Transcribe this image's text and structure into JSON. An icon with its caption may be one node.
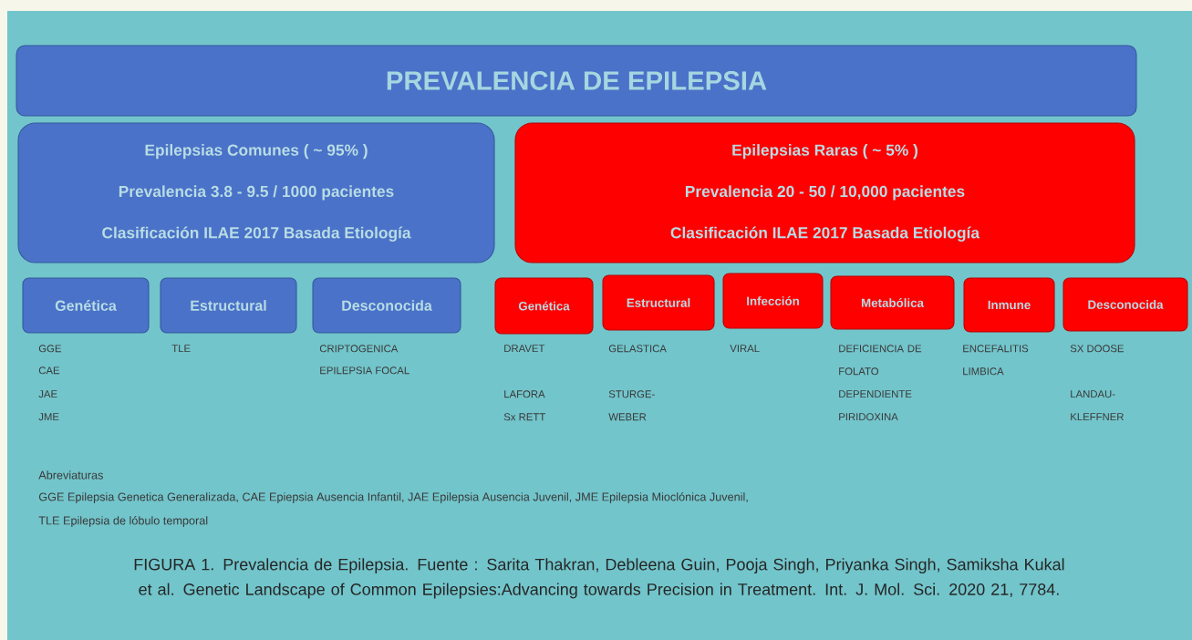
{
  "diagram": {
    "nodes": [
      {
        "text": [
          "PREVALENCIA DE  EPILEPSIA"
        ]
      },
      {
        "text": [
          "Epilepsias Comunes ( ~ 95% )",
          "Prevalencia 3.8  -  9.5 / 1000 pacientes",
          "Clasificación ILAE 2017 Basada Etiología"
        ]
      },
      {
        "text": [
          "Epilepsias Raras  ( ~ 5% )",
          "Prevalencia 20 - 50 / 10,000 pacientes",
          "Clasificación ILAE 2017 Basada Etiología"
        ]
      },
      {
        "text": [
          "Genética"
        ],
        "beside": [
          "GGE",
          "CAE",
          "JAE",
          "JME"
        ]
      },
      {
        "text": [
          "Estructural"
        ],
        "beside": [
          "TLE"
        ]
      },
      {
        "text": [
          "Desconocida"
        ],
        "beside": [
          "CRIPTOGENICA",
          "EPILEPSIA FOCAL"
        ]
      },
      {
        "text": [
          "Genética"
        ],
        "beside": [
          "DRAVET",
          "LAFORA",
          "Sx RETT"
        ]
      },
      {
        "text": [
          "Estructural"
        ],
        "beside": [
          "GELASTICA",
          "STURGE- WEBER"
        ]
      },
      {
        "text": [
          "Infección"
        ],
        "beside": [
          "VIRAL"
        ]
      },
      {
        "text": [
          "Metabólica"
        ],
        "beside": [
          "DEFICIENCIA DE FOLATO",
          "DEPENDIENTE PIRIDOXINA"
        ]
      },
      {
        "text": [
          "Inmune"
        ],
        "beside": [
          "ENCEFALITIS LIMBICA"
        ]
      },
      {
        "text": [
          "Desconocida"
        ],
        "beside": [
          "SX DOOSE",
          "LANDAU- KLEFFNER"
        ]
      }
    ],
    "labels": [
      "Abreviaturas",
      "GGE   Epilepsia Genetica Generalizada,   CAE   Epiepsia Ausencia Infantil,   JAE   Epilepsia Ausencia Juvenil,   JME  Epilepsia Mioclónica Juvenil,",
      "TLE    Epilepsia de lóbulo temporal"
    ],
    "caption": "FIGURA 1. Prevalencia de Epilepsia. Fuente : Sarita Thakran, Debleena Guin, Pooja Singh, Priyanka Singh, Samiksha Kukal et al. Genetic Landscape of Common Epilepsies:Advancing towards Precision in Treatment. Int. J. Mol. Sci. 2020 21, 7784."
  }
}
